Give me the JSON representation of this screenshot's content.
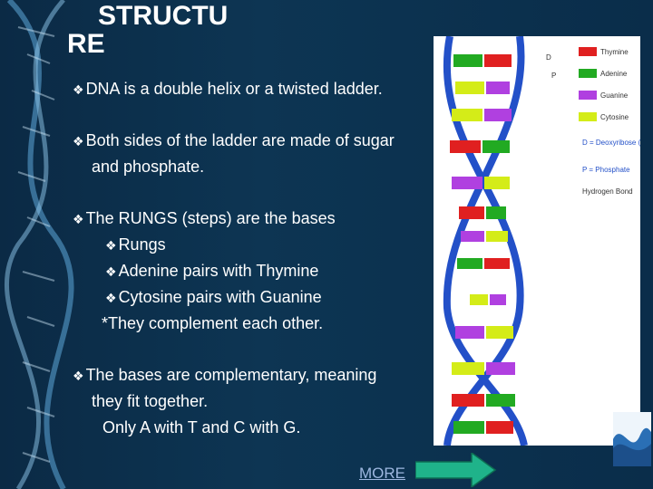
{
  "slide": {
    "title_line1": "STRUCTU",
    "title_line2": "RE",
    "bullet_glyph": "❖",
    "lines": [
      {
        "bullet": true,
        "text": "DNA is a double helix or a twisted ladder."
      },
      {
        "bullet": true,
        "text": "Both sides of the ladder are made of sugar"
      },
      {
        "bullet": false,
        "text": "and phosphate."
      },
      {
        "bullet": true,
        "text": "The RUNGS (steps) are the bases"
      },
      {
        "bullet": true,
        "text": "Rungs"
      },
      {
        "bullet": true,
        "text": "Adenine pairs with Thymine"
      },
      {
        "bullet": true,
        "text": "Cytosine pairs with Guanine"
      },
      {
        "bullet": false,
        "text": "*They complement each other."
      },
      {
        "bullet": true,
        "text": "The bases are complementary, meaning"
      },
      {
        "bullet": false,
        "text": "they fit together."
      },
      {
        "bullet": false,
        "text": "Only A with T and C with G."
      }
    ],
    "more_label": "MORE"
  },
  "diagram": {
    "legend": [
      {
        "label": "Thymine",
        "color": "#e02020"
      },
      {
        "label": "Adenine",
        "color": "#22aa22"
      },
      {
        "label": "Guanine",
        "color": "#b040e0"
      },
      {
        "label": "Cytosine",
        "color": "#d4ec18"
      }
    ],
    "key_d": "D = Deoxyribose (sugar)",
    "key_p": "P = Phosphate",
    "key_h": "Hydrogen Bond",
    "label_d": "D",
    "label_p": "P"
  },
  "colors": {
    "background": "#0d3553",
    "backbone": "#2350c8",
    "arrow": "#1fb38a"
  }
}
